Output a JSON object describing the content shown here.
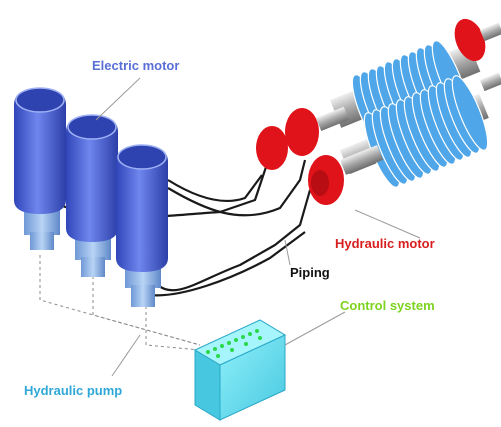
{
  "labels": {
    "electric_motor": "Electric motor",
    "hydraulic_motor": "Hydraulic motor",
    "piping": "Piping",
    "control_system": "Control system",
    "hydraulic_pump": "Hydraulic pump"
  },
  "colors": {
    "electric_motor_label": "#5a6fd6",
    "hydraulic_motor_label": "#d81e1e",
    "piping_label": "#111111",
    "control_system_label": "#7ed321",
    "hydraulic_pump_label": "#2fa8d8",
    "motor_body": "#4a63d8",
    "motor_highlight": "#7d92f0",
    "pump_body": "#8fb6e8",
    "hydraulic_motor_red": "#e0131a",
    "spring_blue": "#4fa6e8",
    "control_box": "#6fe0f0",
    "piping_line": "#1a1a1a"
  }
}
